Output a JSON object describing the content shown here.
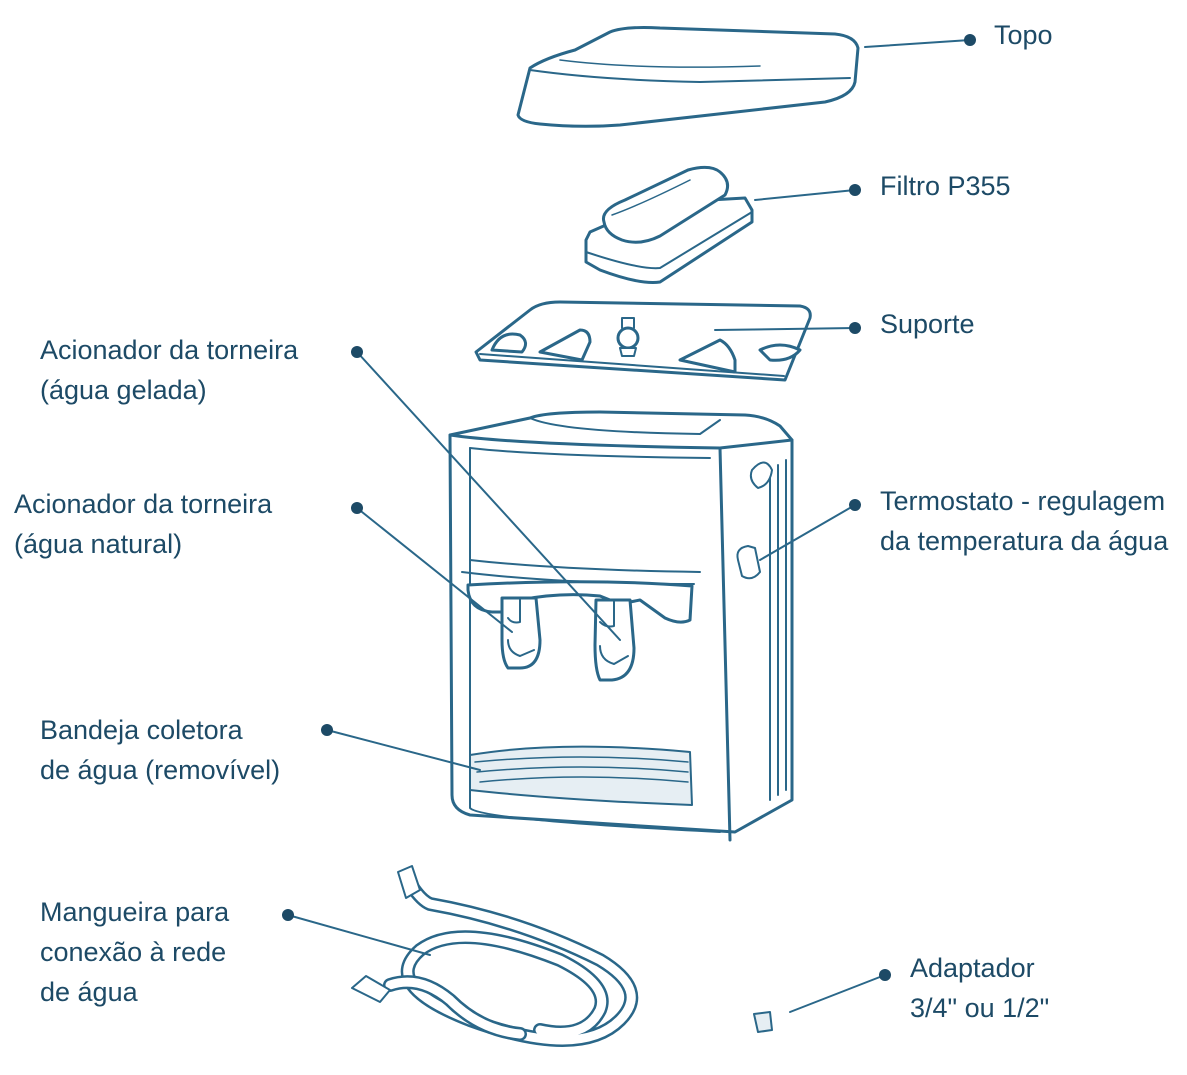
{
  "colors": {
    "ink": "#1d4a66",
    "stroke": "#2a6789",
    "fill": "#ffffff",
    "shade": "#e6eef3",
    "background": "#ffffff"
  },
  "labels": {
    "topo": {
      "lines": [
        "Topo"
      ]
    },
    "filtro": {
      "lines": [
        "Filtro P355"
      ]
    },
    "suporte": {
      "lines": [
        "Suporte"
      ]
    },
    "acionador_gelada": {
      "lines": [
        "Acionador da torneira",
        "(água gelada)"
      ]
    },
    "acionador_natural": {
      "lines": [
        "Acionador da torneira",
        "(água natural)"
      ]
    },
    "termostato": {
      "lines": [
        "Termostato - regulagem",
        "da temperatura da água"
      ]
    },
    "bandeja": {
      "lines": [
        "Bandeja coletora",
        "de água (removível)"
      ]
    },
    "mangueira": {
      "lines": [
        "Mangueira para",
        "conexão à rede",
        "de água"
      ]
    },
    "adaptador": {
      "lines": [
        "Adaptador",
        "3/4\" ou 1/2\""
      ]
    }
  }
}
